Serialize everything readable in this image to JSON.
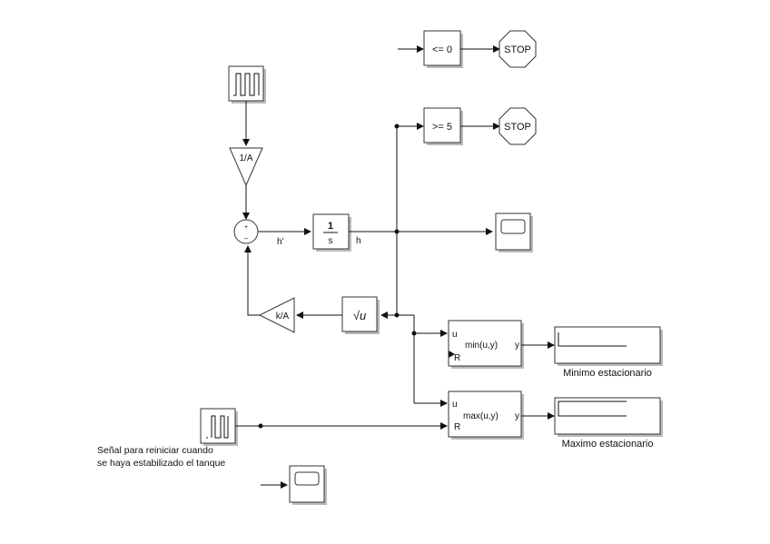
{
  "diagram": {
    "type": "simulink-model",
    "blocks": {
      "compare_le": {
        "label": "<= 0"
      },
      "compare_ge": {
        "label": ">= 5"
      },
      "stop1": {
        "label": "STOP"
      },
      "stop2": {
        "label": "STOP"
      },
      "gain_inv_a": {
        "label": "1/A"
      },
      "gain_k_a": {
        "label": "k/A"
      },
      "integrator": {
        "num": "1",
        "den": "s"
      },
      "sqrt": {
        "label": "√u"
      },
      "sum": {
        "plus": "+",
        "minus": "–"
      },
      "min_block": {
        "in_u": "u",
        "in_r": "R",
        "func": "min(u,y)",
        "out": "y",
        "display_label": "Minimo estacionario"
      },
      "max_block": {
        "in_u": "u",
        "in_r": "R",
        "func": "max(u,y)",
        "out": "y",
        "display_label": "Maximo estacionario"
      },
      "reset_source": {
        "label": "Señal para reiniciar cuando",
        "label2": "se haya estabilizado el tanque"
      }
    },
    "signals": {
      "h_dot": "h'",
      "h": "h"
    }
  }
}
